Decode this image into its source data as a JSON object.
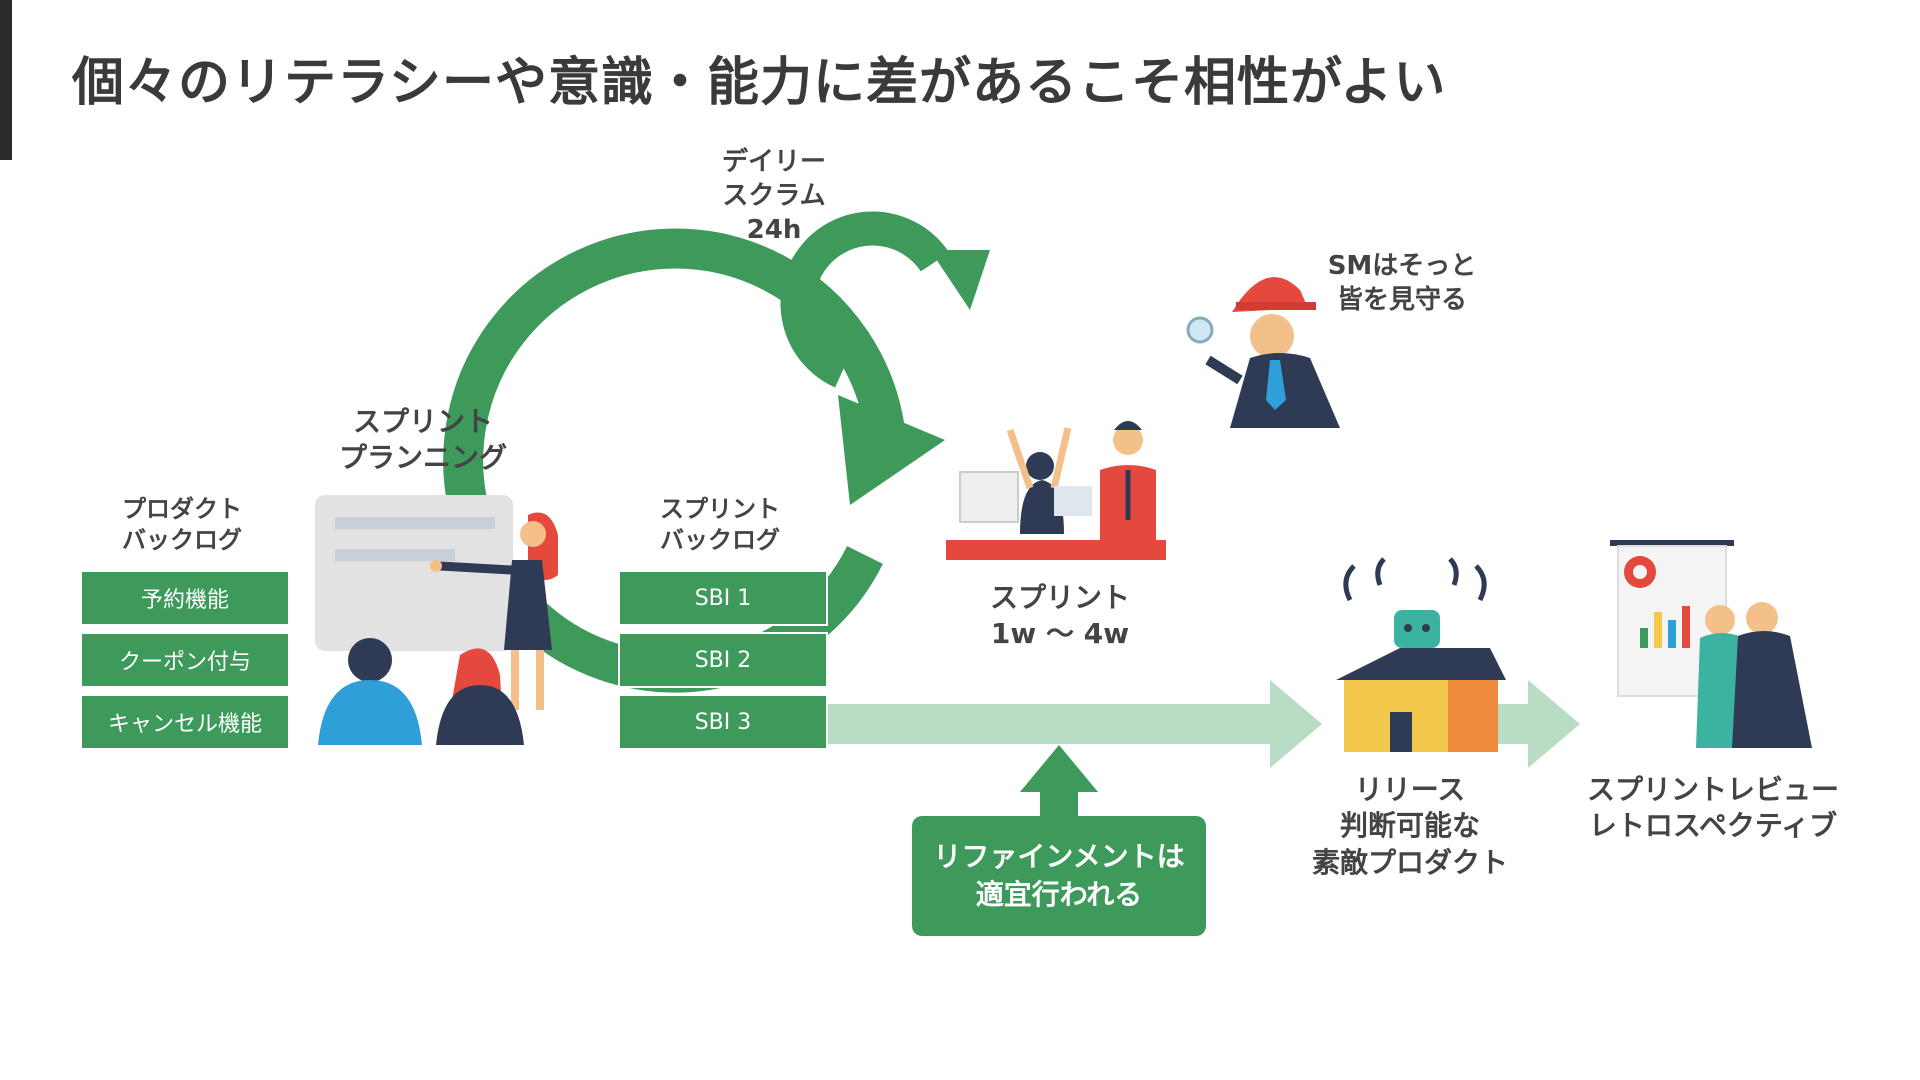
{
  "title": "個々のリテラシーや意識・能力に差があるこそ相性がよい",
  "colors": {
    "accent_bar": "#2b2b2b",
    "green": "#3d9a5b",
    "light_green": "#b9dcc4",
    "text": "#444444"
  },
  "product_backlog": {
    "label": "プロダクト\nバックログ",
    "items": [
      "予約機能",
      "クーポン付与",
      "キャンセル機能"
    ]
  },
  "sprint_planning": {
    "label": "スプリント\nプランニング"
  },
  "sprint_backlog": {
    "label": "スプリント\nバックログ",
    "items": [
      "SBI 1",
      "SBI 2",
      "SBI 3"
    ]
  },
  "daily_scrum": {
    "label": "デイリー\nスクラム\n24h"
  },
  "scrum_master": {
    "label": "SMはそっと\n皆を見守る"
  },
  "sprint": {
    "label": "スプリント\n1w 〜 4w"
  },
  "refinement": {
    "line1": "リファインメントは",
    "line2": "適宜行われる"
  },
  "release": {
    "label": "リリース\n判断可能な\n素敵プロダクト"
  },
  "review": {
    "label": "スプリントレビュー\nレトロスペクティブ"
  },
  "icons": [
    "presenter-illustration",
    "team-illustration",
    "scrum-master-illustration",
    "product-box-illustration",
    "review-illustration"
  ]
}
